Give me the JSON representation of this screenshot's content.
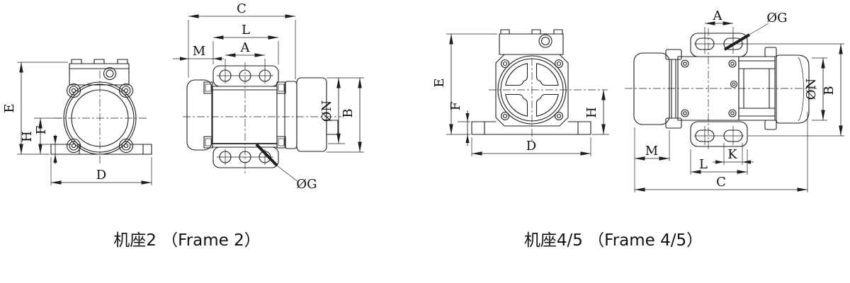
{
  "page": {
    "background": "#ffffff",
    "line_color": "#1e1e1e"
  },
  "frame2": {
    "caption": "机座2 （Frame 2）",
    "front": {
      "dim_e": "E",
      "dim_h": "H",
      "dim_f": "F",
      "dim_d": "D"
    },
    "side": {
      "dim_c": "C",
      "dim_l": "L",
      "dim_a": "A",
      "dim_m": "M",
      "dim_n": "ØN",
      "dim_b": "B",
      "dim_g": "ØG"
    }
  },
  "frame45": {
    "caption": "机座4/5 （Frame 4/5）",
    "front": {
      "dim_e": "E",
      "dim_f": "F",
      "dim_h": "H",
      "dim_d": "D"
    },
    "side": {
      "dim_a": "A",
      "dim_g": "ØG",
      "dim_n": "ØN",
      "dim_b": "B",
      "dim_m": "M",
      "dim_k": "K",
      "dim_l": "L",
      "dim_c": "C"
    }
  }
}
